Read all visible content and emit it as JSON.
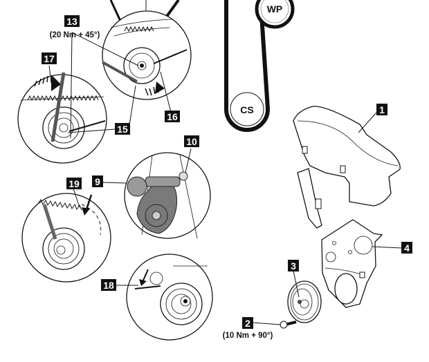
{
  "figure": {
    "type": "timing-belt-exploded-view",
    "callouts": [
      {
        "id": "1",
        "label": "1",
        "part": "upper timing cover"
      },
      {
        "id": "2",
        "label": "2",
        "part": "crankshaft pulley bolt",
        "torque": "(10 Nm + 90°)"
      },
      {
        "id": "3",
        "label": "3",
        "part": "crankshaft pulley"
      },
      {
        "id": "4",
        "label": "4",
        "part": "lower timing cover"
      },
      {
        "id": "9",
        "label": "9",
        "part": "crankshaft locking tool"
      },
      {
        "id": "10",
        "label": "10",
        "part": "crankshaft sprocket"
      },
      {
        "id": "13",
        "label": "13",
        "part": "tensioner nut",
        "torque": "(20 Nm + 45°)"
      },
      {
        "id": "15",
        "label": "15",
        "part": "tensioner adjuster"
      },
      {
        "id": "16",
        "label": "16",
        "part": "tensioner pointer"
      },
      {
        "id": "17",
        "label": "17",
        "part": "tensioner rotation"
      },
      {
        "id": "18",
        "label": "18",
        "part": "locking pin"
      },
      {
        "id": "19",
        "label": "19",
        "part": "belt tooth alignment"
      }
    ],
    "pulleys": [
      {
        "id": "wp",
        "label": "WP"
      },
      {
        "id": "cs",
        "label": "CS"
      }
    ]
  }
}
